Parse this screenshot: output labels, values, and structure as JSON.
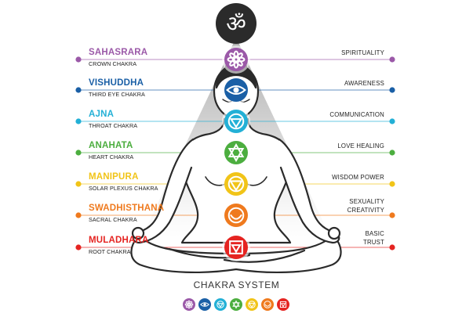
{
  "om_symbol": "ॐ",
  "chakras": [
    {
      "name": "SAHASRARA",
      "subtitle": "CROWN CHAKRA",
      "right_lines": [
        "SPIRITUALITY"
      ],
      "color": "#9b59a8",
      "icon": "lotus-icon"
    },
    {
      "name": "VISHUDDHA",
      "subtitle": "THIRD EYE CHAKRA",
      "right_lines": [
        "AWARENESS"
      ],
      "color": "#1a5fa6",
      "icon": "eye-icon"
    },
    {
      "name": "AJNA",
      "subtitle": "THROAT CHAKRA",
      "right_lines": [
        "COMMUNICATION"
      ],
      "color": "#23b0d6",
      "icon": "throat-icon"
    },
    {
      "name": "ANAHATA",
      "subtitle": "HEART CHAKRA",
      "right_lines": [
        "LOVE HEALING"
      ],
      "color": "#4cae3f",
      "icon": "heart-hexagram-icon"
    },
    {
      "name": "MANIPURA",
      "subtitle": "SOLAR PLEXUS CHAKRA",
      "right_lines": [
        "WISDOM POWER"
      ],
      "color": "#f1c418",
      "icon": "triangle-icon"
    },
    {
      "name": "SWADHISTHANA",
      "subtitle": "SACRAL CHAKRA",
      "right_lines": [
        "SEXUALITY",
        "CREATIVITY"
      ],
      "color": "#ef7a1e",
      "icon": "crescent-icon"
    },
    {
      "name": "MULADHARA",
      "subtitle": "ROOT  CHAKRA",
      "right_lines": [
        "BASIC",
        "TRUST"
      ],
      "color": "#e52421",
      "icon": "square-icon"
    }
  ],
  "title": "CHAKRA SYSTEM"
}
